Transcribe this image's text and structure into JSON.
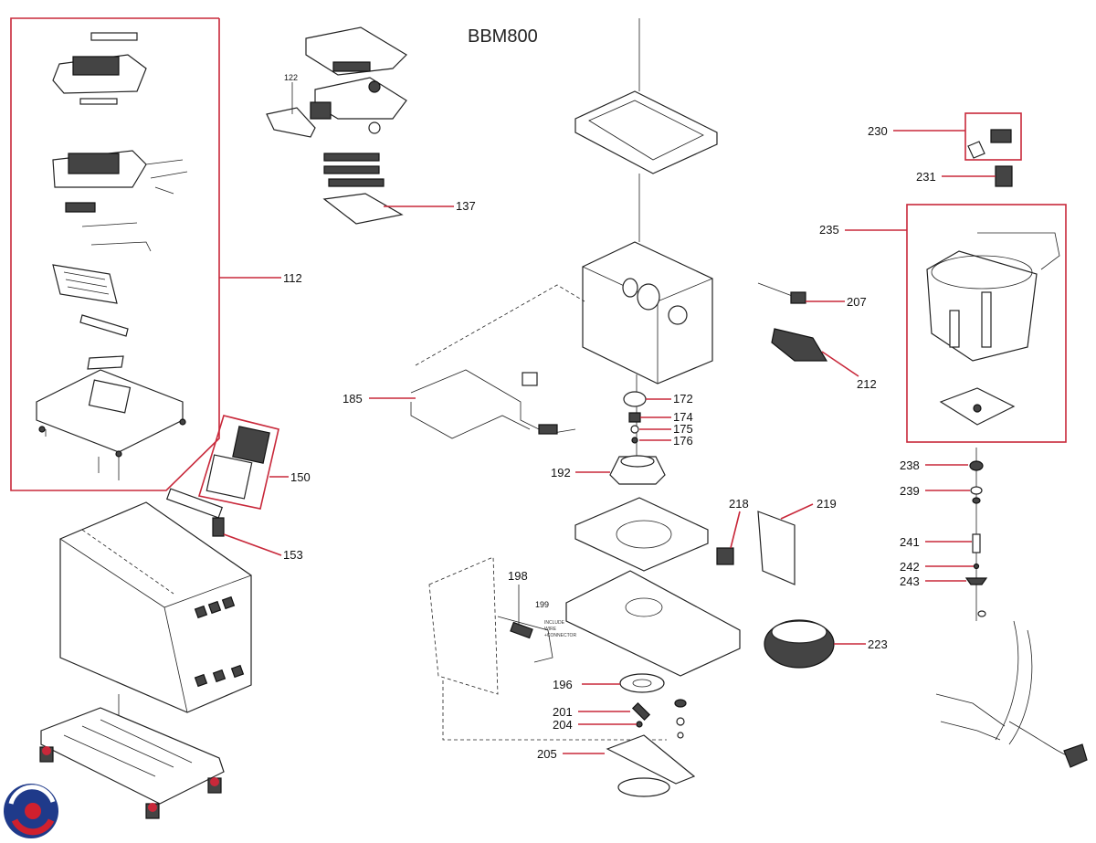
{
  "title": "BBM800",
  "colors": {
    "leader": "#c8283a",
    "ink": "#222222",
    "logo_blue": "#1f3a8a",
    "logo_red": "#d0202e"
  },
  "labels": {
    "l112": "112",
    "l122": "122",
    "l137": "137",
    "l150": "150",
    "l153": "153",
    "l172": "172",
    "l174": "174",
    "l175": "175",
    "l176": "176",
    "l185": "185",
    "l192": "192",
    "l196": "196",
    "l198": "198",
    "l199": "199",
    "l201": "201",
    "l204": "204",
    "l205": "205",
    "l207": "207",
    "l212": "212",
    "l218": "218",
    "l219": "219",
    "l223": "223",
    "l230": "230",
    "l231": "231",
    "l235": "235",
    "l238": "238",
    "l239": "239",
    "l241": "241",
    "l242": "242",
    "l243": "243"
  },
  "note_199": [
    "INCLUDE",
    "WIRE",
    "+CONNECTOR"
  ],
  "icons": {
    "logo": "brand-logo-icon"
  }
}
